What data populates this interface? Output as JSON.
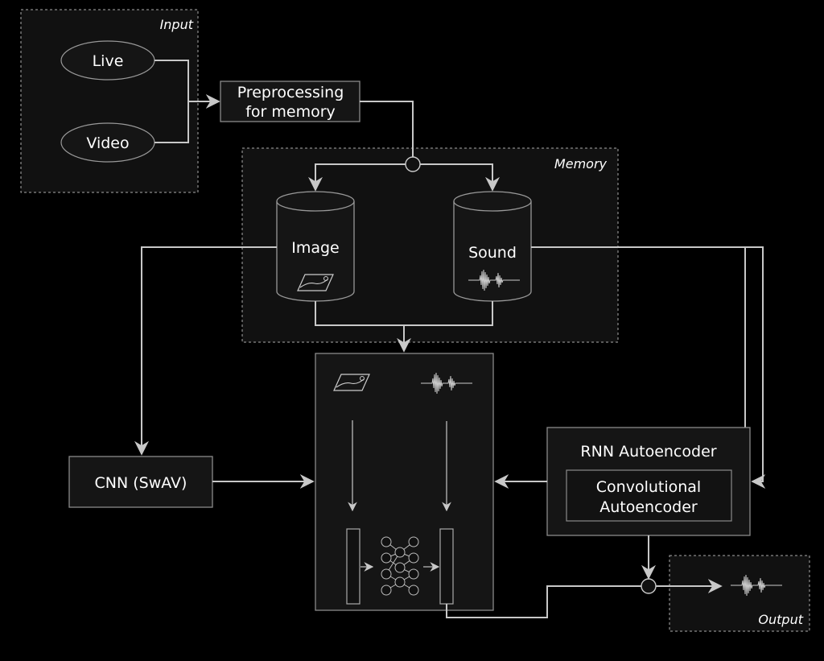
{
  "groups": {
    "input": "Input",
    "memory": "Memory",
    "output": "Output"
  },
  "nodes": {
    "live": "Live",
    "video": "Video",
    "preprocessing_line1": "Preprocessing",
    "preprocessing_line2": "for memory",
    "image_db": "Image",
    "sound_db": "Sound",
    "cnn": "CNN (SwAV)",
    "rnn": "RNN Autoencoder",
    "conv_line1": "Convolutional",
    "conv_line2": "Autoencoder"
  },
  "colors": {
    "background": "#000000",
    "panel": "#111111",
    "line": "#c8c8c8",
    "text": "#ffffff"
  },
  "icons": [
    "image-icon",
    "waveform-icon",
    "neural-network-icon"
  ]
}
